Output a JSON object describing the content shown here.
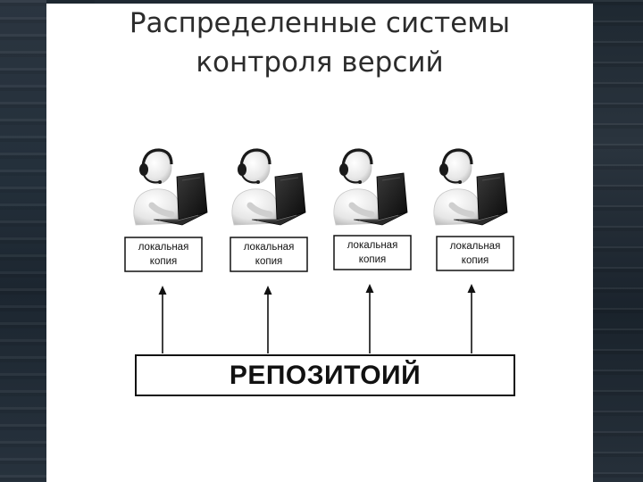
{
  "slide": {
    "title_line1": "Распределенные системы",
    "title_line2": "контроля версий"
  },
  "diagram": {
    "repository_label": "РЕПОЗИТОИЙ",
    "users": [
      {
        "copy_line1": "локальная",
        "copy_line2": "копия",
        "icon": "user-with-headset-laptop-icon"
      },
      {
        "copy_line1": "локальная",
        "copy_line2": "копия",
        "icon": "user-with-headset-laptop-icon"
      },
      {
        "copy_line1": "локальная",
        "copy_line2": "копия",
        "icon": "user-with-headset-laptop-icon"
      },
      {
        "copy_line1": "локальная",
        "copy_line2": "копия",
        "icon": "user-with-headset-laptop-icon"
      }
    ],
    "colors": {
      "slide_bg": "#ffffff",
      "frame_bg": "#1f2933",
      "stroke": "#111111"
    }
  }
}
